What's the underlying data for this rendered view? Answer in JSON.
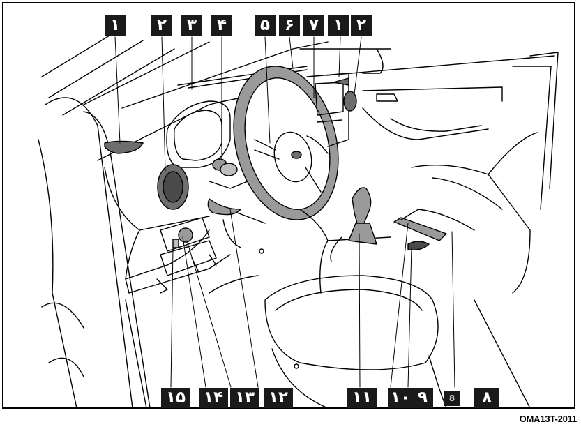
{
  "figure_code": "OMA13T-2011",
  "callouts": {
    "c1": "۱",
    "c2": "۲",
    "c3": "۳",
    "c4": "۴",
    "c5": "۵",
    "c6": "۶",
    "c7": "۷",
    "c1b": "۱",
    "c2b": "۲",
    "c8": "۸",
    "c8box": "8",
    "c9": "۹",
    "c10": "۱۰",
    "c11": "۱۱",
    "c12": "۱۲",
    "c13": "۱۳",
    "c14": "۱۴",
    "c15": "۱۵"
  },
  "colors": {
    "ink": "#000000",
    "callout_bg": "#1a1a1a",
    "wheel_fill": "#9a9a9a",
    "vent_fill": "#6e6e6e"
  }
}
